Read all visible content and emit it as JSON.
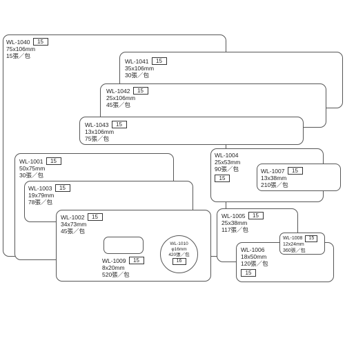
{
  "labels": [
    {
      "code": "WL-1040",
      "badge": "15",
      "size": "75x106mm",
      "qty": "15張／包"
    },
    {
      "code": "WL-1041",
      "badge": "15",
      "size": "35x106mm",
      "qty": "30張／包"
    },
    {
      "code": "WL-1042",
      "badge": "15",
      "size": "25x106mm",
      "qty": "45張／包"
    },
    {
      "code": "WL-1043",
      "badge": "15",
      "size": "13x106mm",
      "qty": "75張／包"
    },
    {
      "code": "WL-1001",
      "badge": "15",
      "size": "50x75mm",
      "qty": "30張／包"
    },
    {
      "code": "WL-1003",
      "badge": "15",
      "size": "19x79mm",
      "qty": "78張／包"
    },
    {
      "code": "WL-1002",
      "badge": "15",
      "size": "34x73mm",
      "qty": "45張／包"
    },
    {
      "code": "WL-1009",
      "badge": "15",
      "size": "8x20mm",
      "qty": "520張／包"
    },
    {
      "code": "WL-1010",
      "badge": "16",
      "size": "φ16mm",
      "qty": "420張／包"
    },
    {
      "code": "WL-1004",
      "badge": "15",
      "size": "25x53mm",
      "qty": "90張／包"
    },
    {
      "code": "WL-1007",
      "badge": "15",
      "size": "13x38mm",
      "qty": "210張／包"
    },
    {
      "code": "WL-1005",
      "badge": "15",
      "size": "25x38mm",
      "qty": "117張／包"
    },
    {
      "code": "WL-1008",
      "badge": "15",
      "size": "12x24mm",
      "qty": "360張／包"
    },
    {
      "code": "WL-1006",
      "badge": "15",
      "size": "18x50mm",
      "qty": "120張／包"
    }
  ]
}
